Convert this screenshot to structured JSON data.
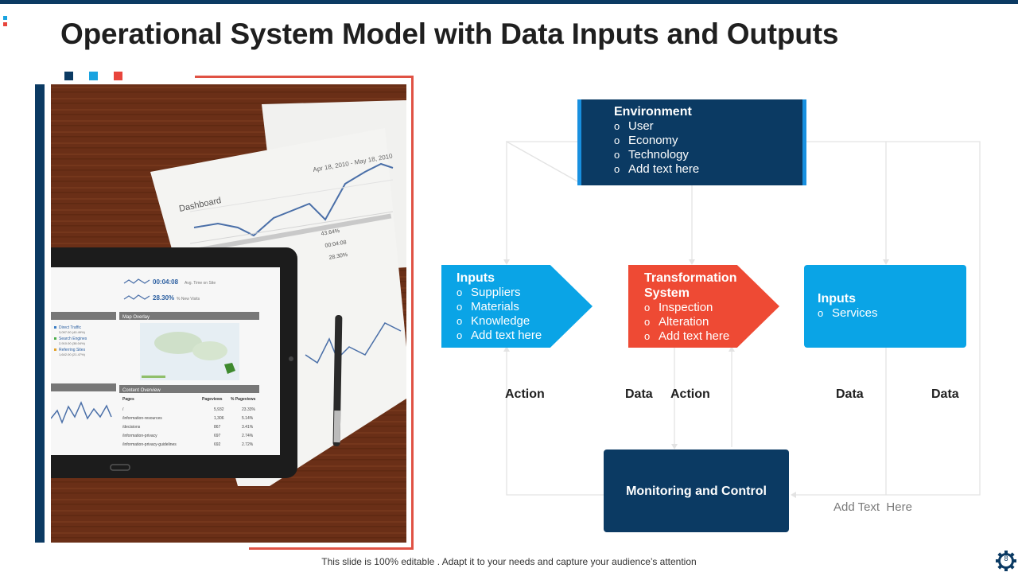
{
  "slide": {
    "title": "Operational System Model with Data Inputs and Outputs",
    "footer": "This slide is 100% editable . Adapt it to your needs and capture your audience’s attention",
    "page_number": "8"
  },
  "photo_screen": {
    "time_on_site": "00:04:08",
    "time_on_site_label": "Avg. Time on Site",
    "new_visits": "28.30%",
    "new_visits_label": "% New Visits",
    "sources": [
      {
        "label": "Direct Traffic",
        "value": "3,097.00 (40.49%)"
      },
      {
        "label": "Search Engines",
        "value": "2,910.00 (38.04%)"
      },
      {
        "label": "Referring Sites",
        "value": "1,642.00 (21.47%)"
      }
    ],
    "map_overlay": "Map Overlay",
    "content_overview": "Content Overview",
    "table_headers": [
      "Pages",
      "Pageviews",
      "% Pageviews"
    ],
    "table_rows": [
      [
        "/",
        "5,932",
        "23.33%"
      ],
      [
        "/information-resources",
        "1,306",
        "5.14%"
      ],
      [
        "/decisions",
        "867",
        "3.41%"
      ],
      [
        "/information-privacy",
        "697",
        "2.74%"
      ],
      [
        "/information-privacy-guidelines",
        "692",
        "2.72%"
      ]
    ],
    "paper_title": "Dashboard",
    "paper_dates": "Apr 18, 2010 - May 18, 2010",
    "paper_stat1": "43.64%",
    "paper_stat2": "00:04:08",
    "paper_stat3": "28.30%"
  },
  "diagram": {
    "environment": {
      "title": "Environment",
      "items": [
        "User",
        "Economy",
        "Technology",
        "Add text  here"
      ]
    },
    "inputs": {
      "title": "Inputs",
      "items": [
        "Suppliers",
        "Materials",
        "Knowledge",
        "Add text  here"
      ]
    },
    "transformation": {
      "title_line1": "Transformation",
      "title_line2": "System",
      "items": [
        "Inspection",
        "Alteration",
        "Add text here"
      ]
    },
    "outputs": {
      "title": "Inputs",
      "items": [
        "Services"
      ]
    },
    "monitoring": {
      "title": "Monitoring and Control"
    },
    "labels": {
      "action1": "Action",
      "data1": "Data",
      "action2": "Action",
      "data2": "Data",
      "data3": "Data",
      "add_text": "Add Text  Here"
    }
  },
  "colors": {
    "navy": "#0b3a63",
    "cyan": "#0aa4e6",
    "red": "#ee4a34",
    "frame_red": "#e05244"
  }
}
